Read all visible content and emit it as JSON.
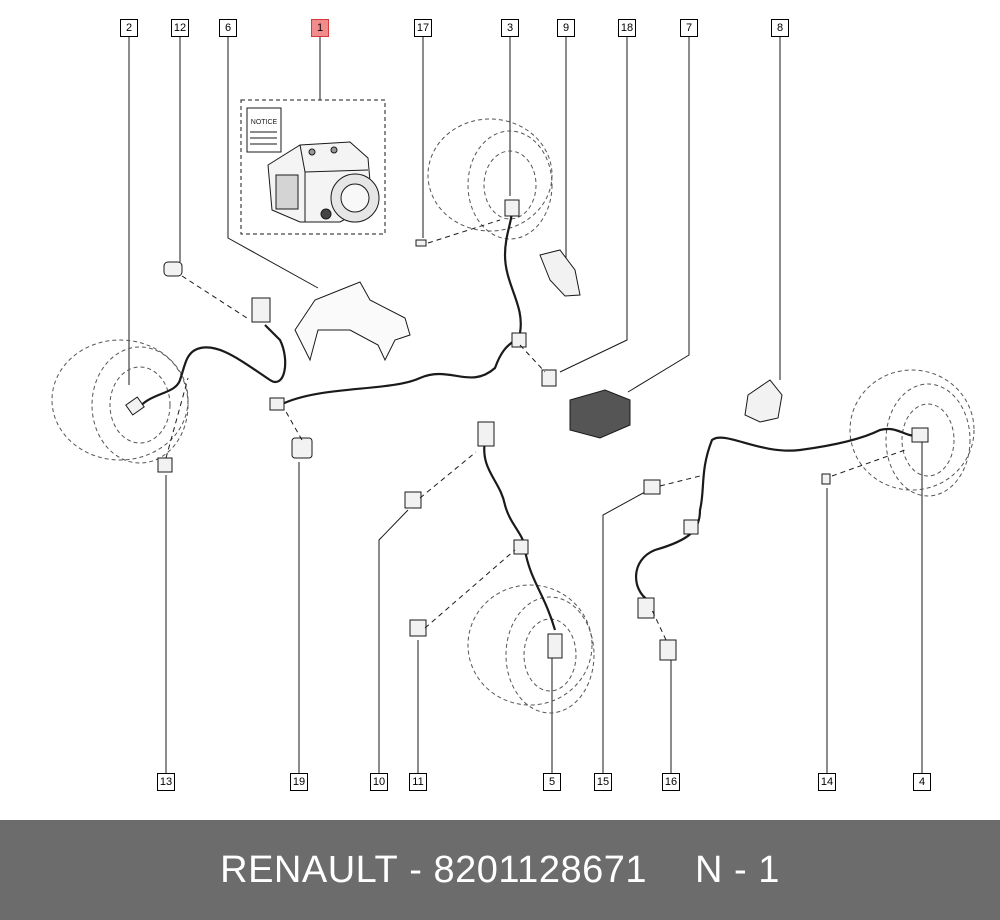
{
  "diagram": {
    "callouts": [
      "1",
      "2",
      "3",
      "4",
      "5",
      "6",
      "7",
      "8",
      "9",
      "10",
      "11",
      "12",
      "13",
      "14",
      "15",
      "16",
      "17",
      "18",
      "19"
    ],
    "highlighted": "1",
    "highlight_color": "#f28b8b",
    "notice_label": "NOTICE"
  },
  "footer": {
    "brand": "RENAULT",
    "separator": "-",
    "part_number": "8201128671",
    "quantity_label": "N - 1",
    "background": "#6c6c6c"
  }
}
